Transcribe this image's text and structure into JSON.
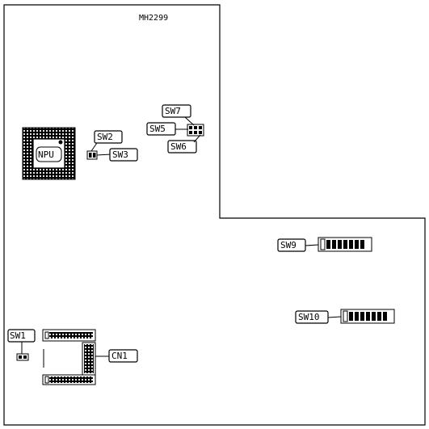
{
  "board": {
    "model": "MH2299",
    "chip_label": "NPU"
  },
  "labels": {
    "sw1": "SW1",
    "sw2": "SW2",
    "sw3": "SW3",
    "sw5": "SW5",
    "sw6": "SW6",
    "sw7": "SW7",
    "sw9": "SW9",
    "sw10": "SW10",
    "cn1": "CN1"
  }
}
